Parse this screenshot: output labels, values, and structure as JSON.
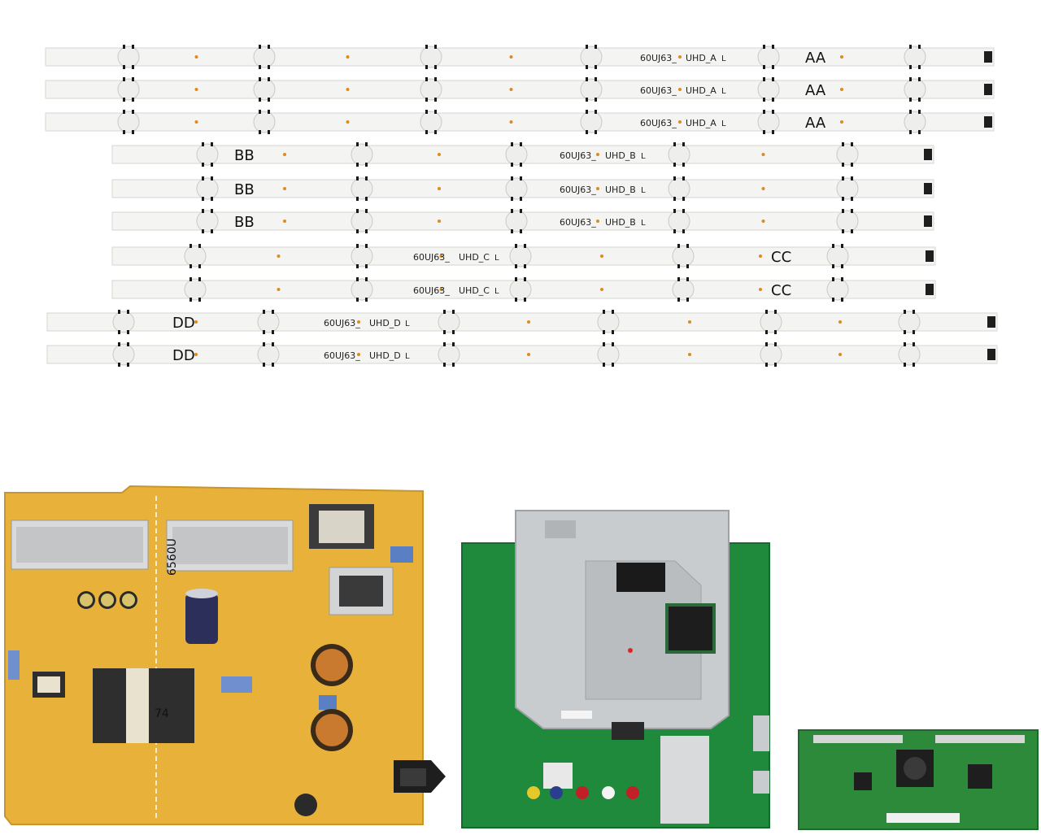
{
  "image": {
    "background": "#ffffff",
    "colors": {
      "strip": "#f4f4f2",
      "strip_edge": "#d6d6d2",
      "led_lens": "#eeeeec",
      "led_clip": "#1a1a1a",
      "dot": "#e08a1e",
      "psu_board": "#e8b23a",
      "main_board": "#1f8a3c",
      "tcon_board": "#2c8a3a",
      "metal_shield": "#c9ccce"
    }
  },
  "strips": [
    {
      "label": "60UJ63_",
      "model": "UHD_A",
      "mark": "L",
      "tag": "AA"
    },
    {
      "label": "60UJ63_",
      "model": "UHD_A",
      "mark": "L",
      "tag": "AA"
    },
    {
      "label": "60UJ63_",
      "model": "UHD_A",
      "mark": "L",
      "tag": "AA"
    },
    {
      "label": "60UJ63_",
      "model": "UHD_B",
      "mark": "L",
      "tag": "BB"
    },
    {
      "label": "60UJ63_",
      "model": "UHD_B",
      "mark": "L",
      "tag": "BB"
    },
    {
      "label": "60UJ63_",
      "model": "UHD_B",
      "mark": "L",
      "tag": "BB"
    },
    {
      "label": "60UJ63_",
      "model": "UHD_C",
      "mark": "L",
      "tag": "CC"
    },
    {
      "label": "60UJ63_",
      "model": "UHD_C",
      "mark": "L",
      "tag": "CC"
    },
    {
      "label": "60UJ63_",
      "model": "UHD_D",
      "mark": "L",
      "tag": "DD"
    },
    {
      "label": "60UJ63_",
      "model": "UHD_D",
      "mark": "L",
      "tag": "DD"
    }
  ],
  "psu": {
    "stamp": "6560U",
    "coil_label": "74"
  }
}
